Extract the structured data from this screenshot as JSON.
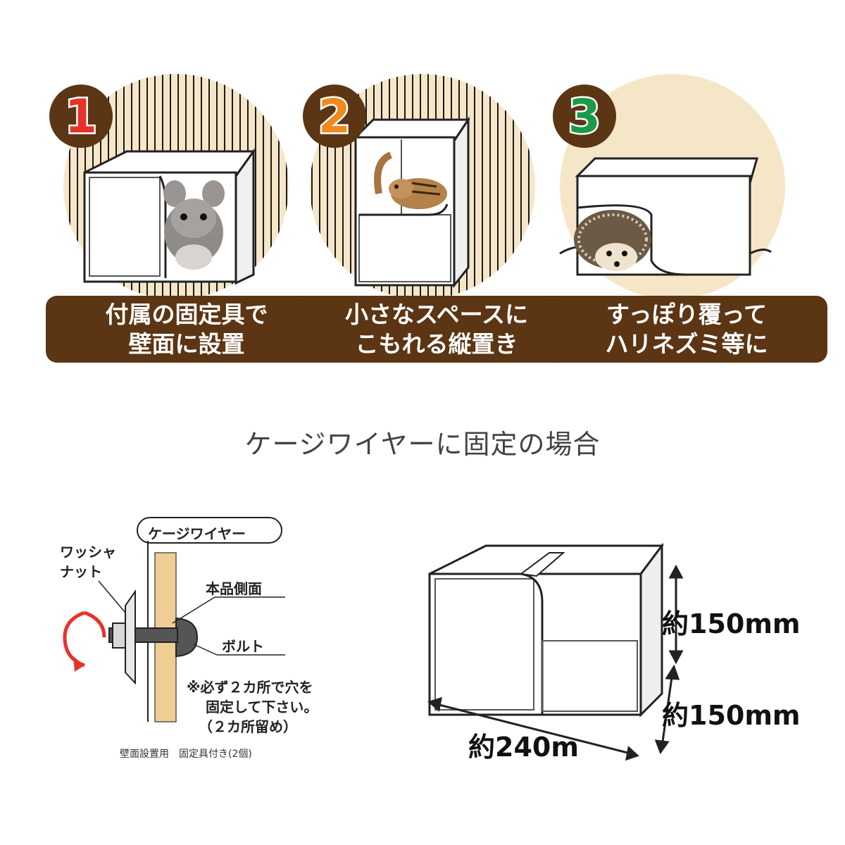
{
  "panels": [
    {
      "number": "1",
      "number_color": "#e6332a",
      "line1": "付属の固定具で",
      "line2": "壁面に設置"
    },
    {
      "number": "2",
      "number_color": "#f08a1c",
      "line1": "小さなスペースに",
      "line2": "こもれる縦置き"
    },
    {
      "number": "3",
      "number_color": "#1b9a4a",
      "line1": "すっぽり覆って",
      "line2": "ハリネズミ等に"
    }
  ],
  "section_title": "ケージワイヤーに固定の場合",
  "fixing": {
    "cage_wire": "ケージワイヤー",
    "washer_line1": "ワッシャ",
    "washer_line2": "ナット",
    "side": "本品側面",
    "bolt": "ボルト",
    "note1": "※必ず２カ所で穴を",
    "note2": "固定して下さい。",
    "note3": "（２カ所留め）",
    "footer": "壁面設置用　固定具付き(2個)"
  },
  "dimensions": {
    "height_top": "約150mm",
    "height_bottom": "約150mm",
    "width": "約240m"
  },
  "colors": {
    "brown": "#5b3514",
    "cream": "#f6e6c8",
    "wood": "#f1cc93",
    "red_arrow": "#e6332a"
  }
}
